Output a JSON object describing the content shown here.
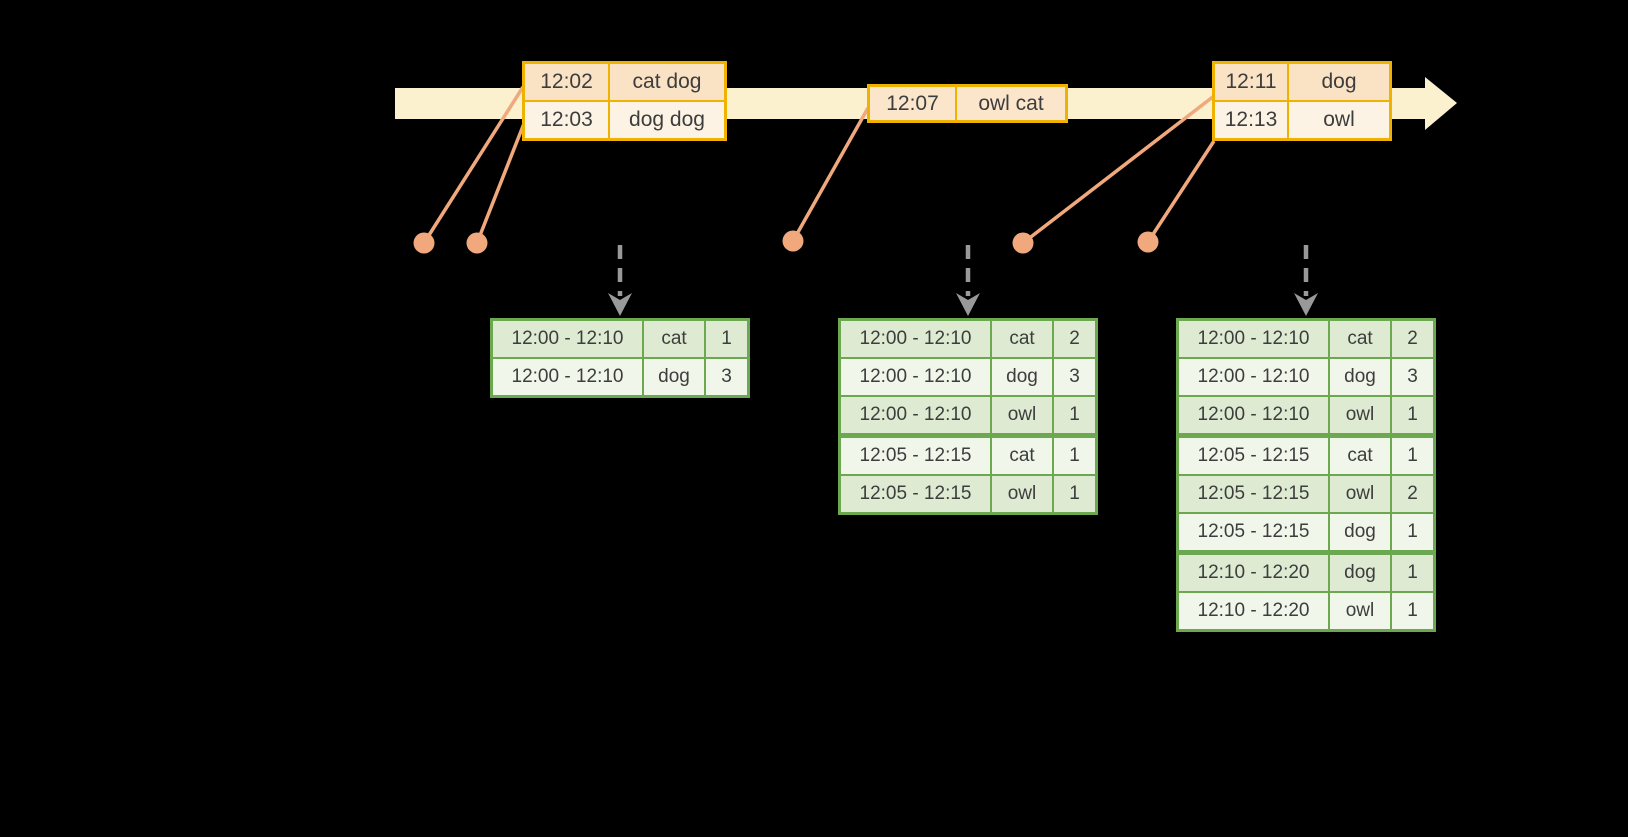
{
  "diagram": {
    "kind": "streaming-windowed-word-count-timeline",
    "colors": {
      "background": "#000000",
      "timeline_band": "#FCF1CE",
      "event_table_border": "#F0B200",
      "event_cell_dark": "#FAE2C4",
      "event_cell_light": "#FDF3E4",
      "event_marker": "#F0A87C",
      "result_table_border": "#6BA84F",
      "result_cell_dark": "#DEEBD2",
      "result_cell_light": "#F1F6EB",
      "trigger_arrow": "#999999",
      "text": "#3D3D3D"
    }
  },
  "event_tables": [
    {
      "rows": [
        {
          "time": "12:02",
          "words": "cat dog"
        },
        {
          "time": "12:03",
          "words": "dog dog"
        }
      ]
    },
    {
      "rows": [
        {
          "time": "12:07",
          "words": "owl cat"
        }
      ]
    },
    {
      "rows": [
        {
          "time": "12:11",
          "words": "dog"
        },
        {
          "time": "12:13",
          "words": "owl"
        }
      ]
    }
  ],
  "result_tables": [
    {
      "rows": [
        [
          "12:00 - 12:10",
          "cat",
          "1"
        ],
        [
          "12:00 - 12:10",
          "dog",
          "3"
        ]
      ]
    },
    {
      "rows": [
        [
          "12:00 - 12:10",
          "cat",
          "2"
        ],
        [
          "12:00 - 12:10",
          "dog",
          "3"
        ],
        [
          "12:00 - 12:10",
          "owl",
          "1"
        ],
        [
          "12:05 - 12:15",
          "cat",
          "1"
        ],
        [
          "12:05 - 12:15",
          "owl",
          "1"
        ]
      ]
    },
    {
      "rows": [
        [
          "12:00 - 12:10",
          "cat",
          "2"
        ],
        [
          "12:00 - 12:10",
          "dog",
          "3"
        ],
        [
          "12:00 - 12:10",
          "owl",
          "1"
        ],
        [
          "12:05 - 12:15",
          "cat",
          "1"
        ],
        [
          "12:05 - 12:15",
          "owl",
          "2"
        ],
        [
          "12:05 - 12:15",
          "dog",
          "1"
        ],
        [
          "12:10 - 12:20",
          "dog",
          "1"
        ],
        [
          "12:10 - 12:20",
          "owl",
          "1"
        ]
      ]
    }
  ]
}
